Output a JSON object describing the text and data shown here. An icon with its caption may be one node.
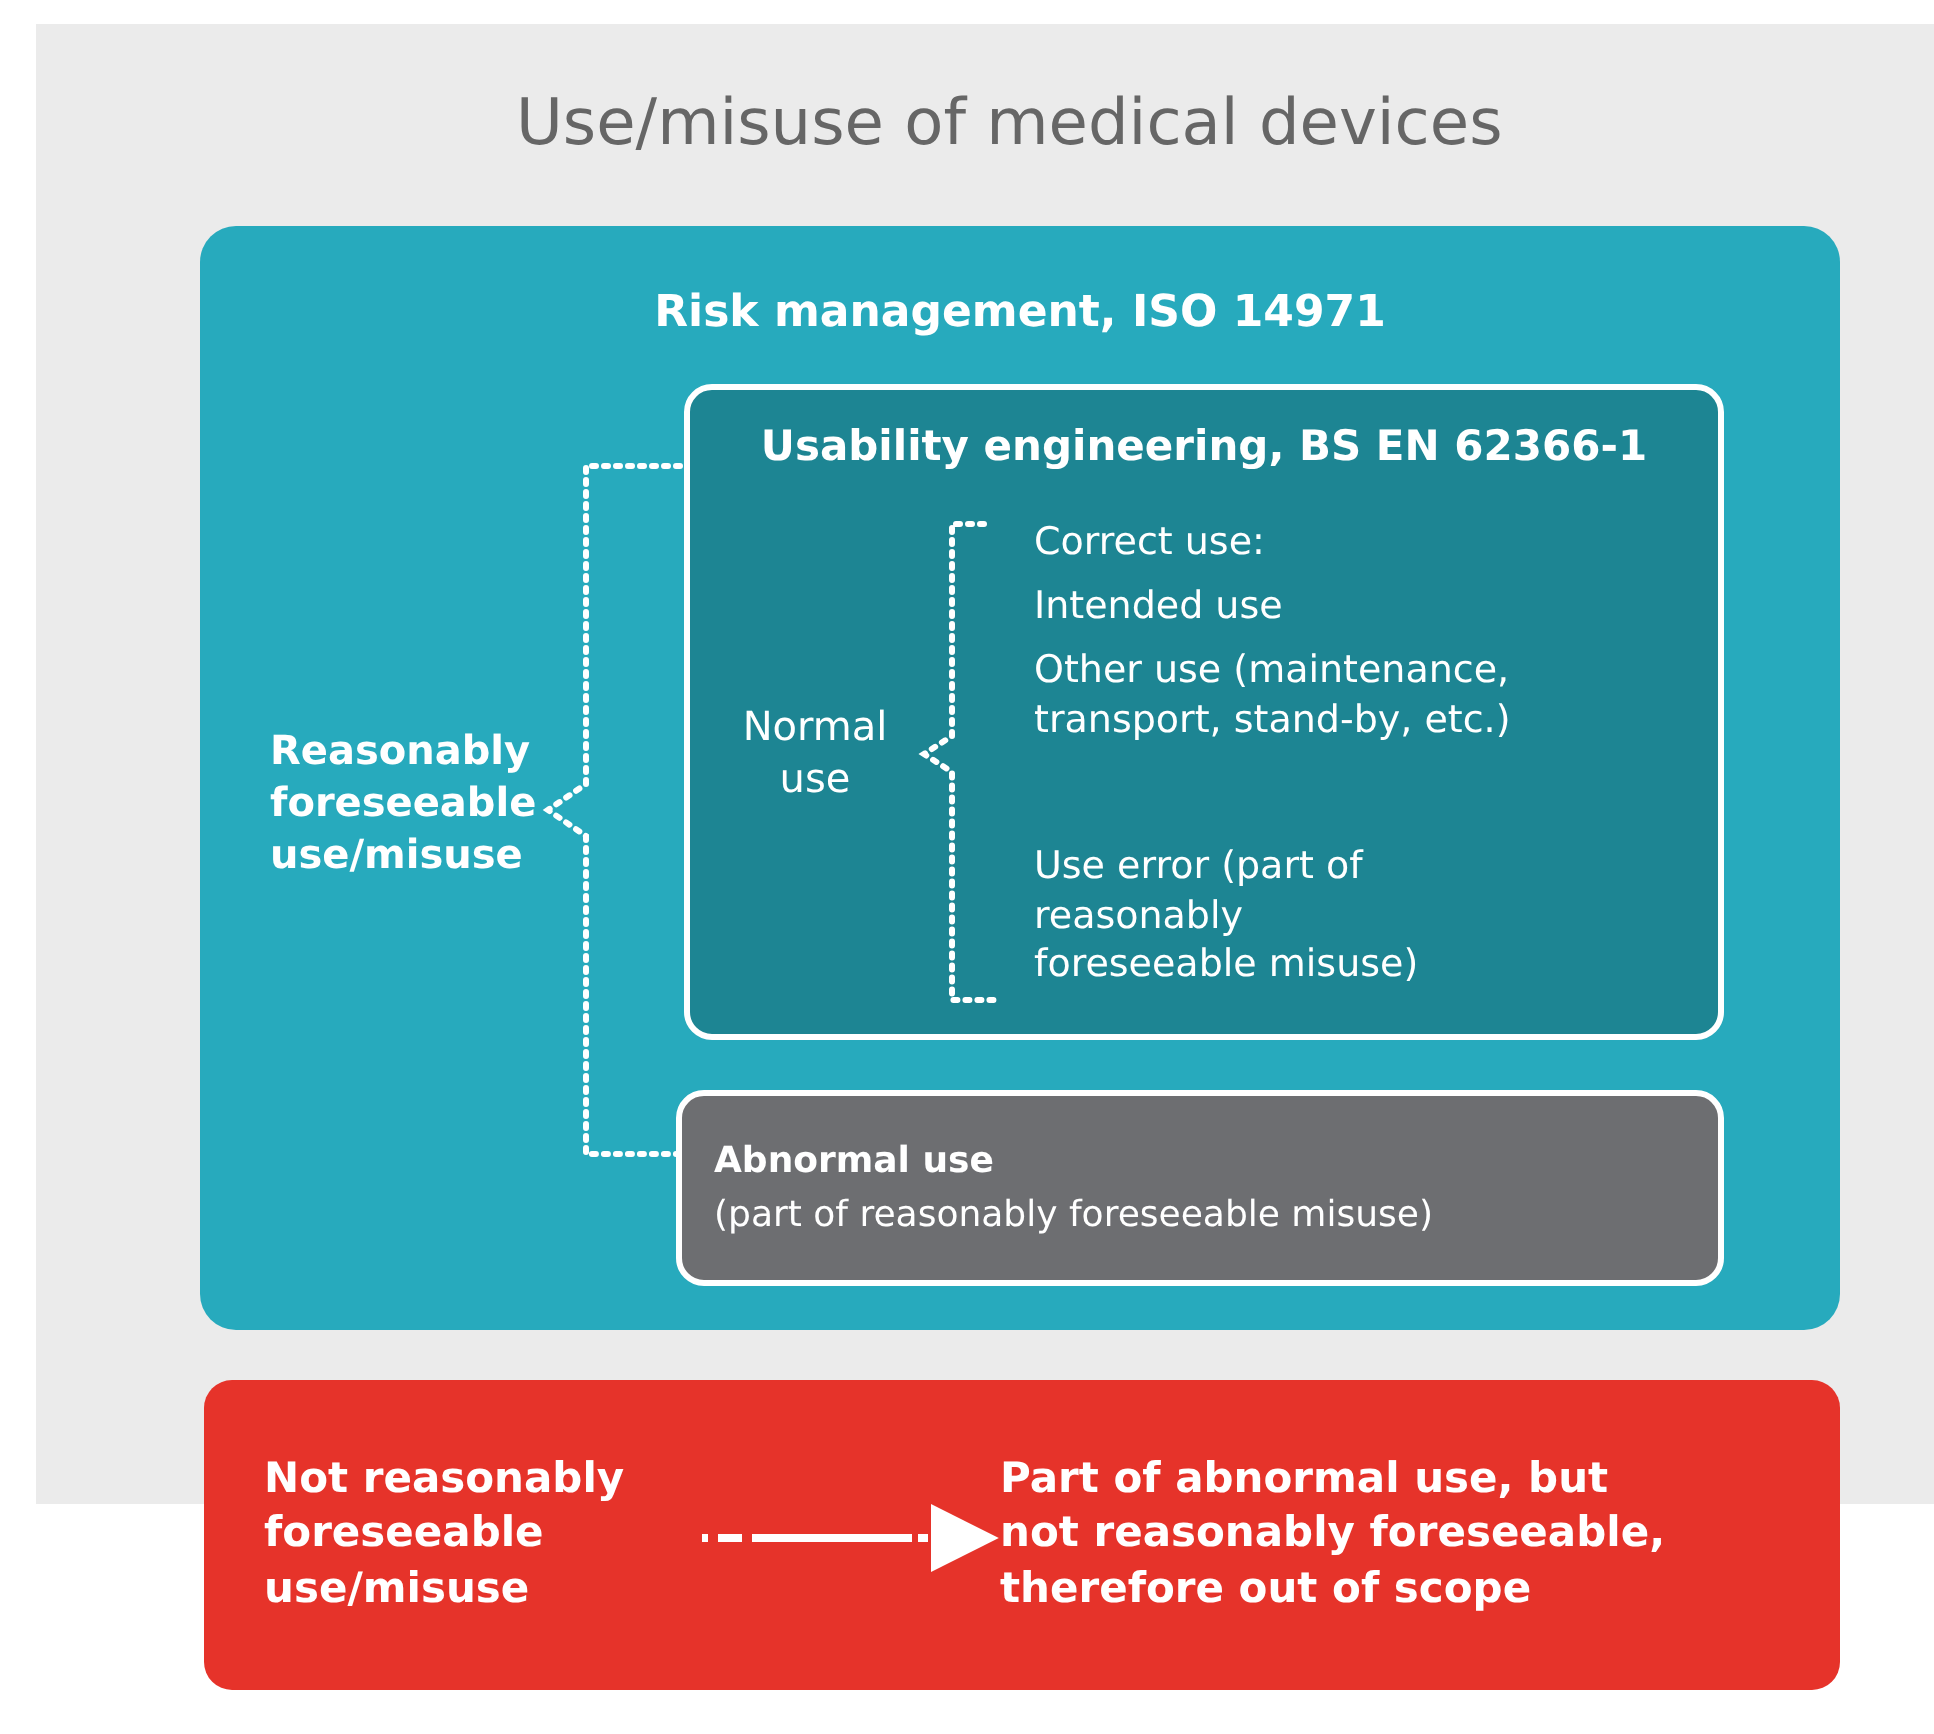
{
  "diagram": {
    "title": "Use/misuse of medical devices",
    "nodes": [
      {
        "text": [
          "Risk management, ISO 14971",
          "Reasonably foreseeable use/misuse"
        ]
      },
      {
        "text": [
          "Usability engineering, BS EN 62366-1",
          "Normal use",
          "Correct use:",
          "Intended use",
          "Other use (maintenance, transport, stand-by, etc.)",
          "Use error (part of reasonably foreseeable misuse)"
        ],
        "in": 0
      },
      {
        "text": [
          "Abnormal use",
          "(part of reasonably foreseeable misuse)"
        ],
        "in": 0
      },
      {
        "text": [],
        "shape": "box"
      },
      {
        "text": [
          "Not reasonably foreseeable use/misuse"
        ],
        "in": 3
      },
      {
        "text": [
          "Part of abnormal use, but not reasonably foreseeable, therefore out of scope"
        ],
        "in": 3
      }
    ],
    "edges": [
      {
        "from": 4,
        "to": 5,
        "arrow": "to",
        "style": "dashed"
      }
    ]
  }
}
